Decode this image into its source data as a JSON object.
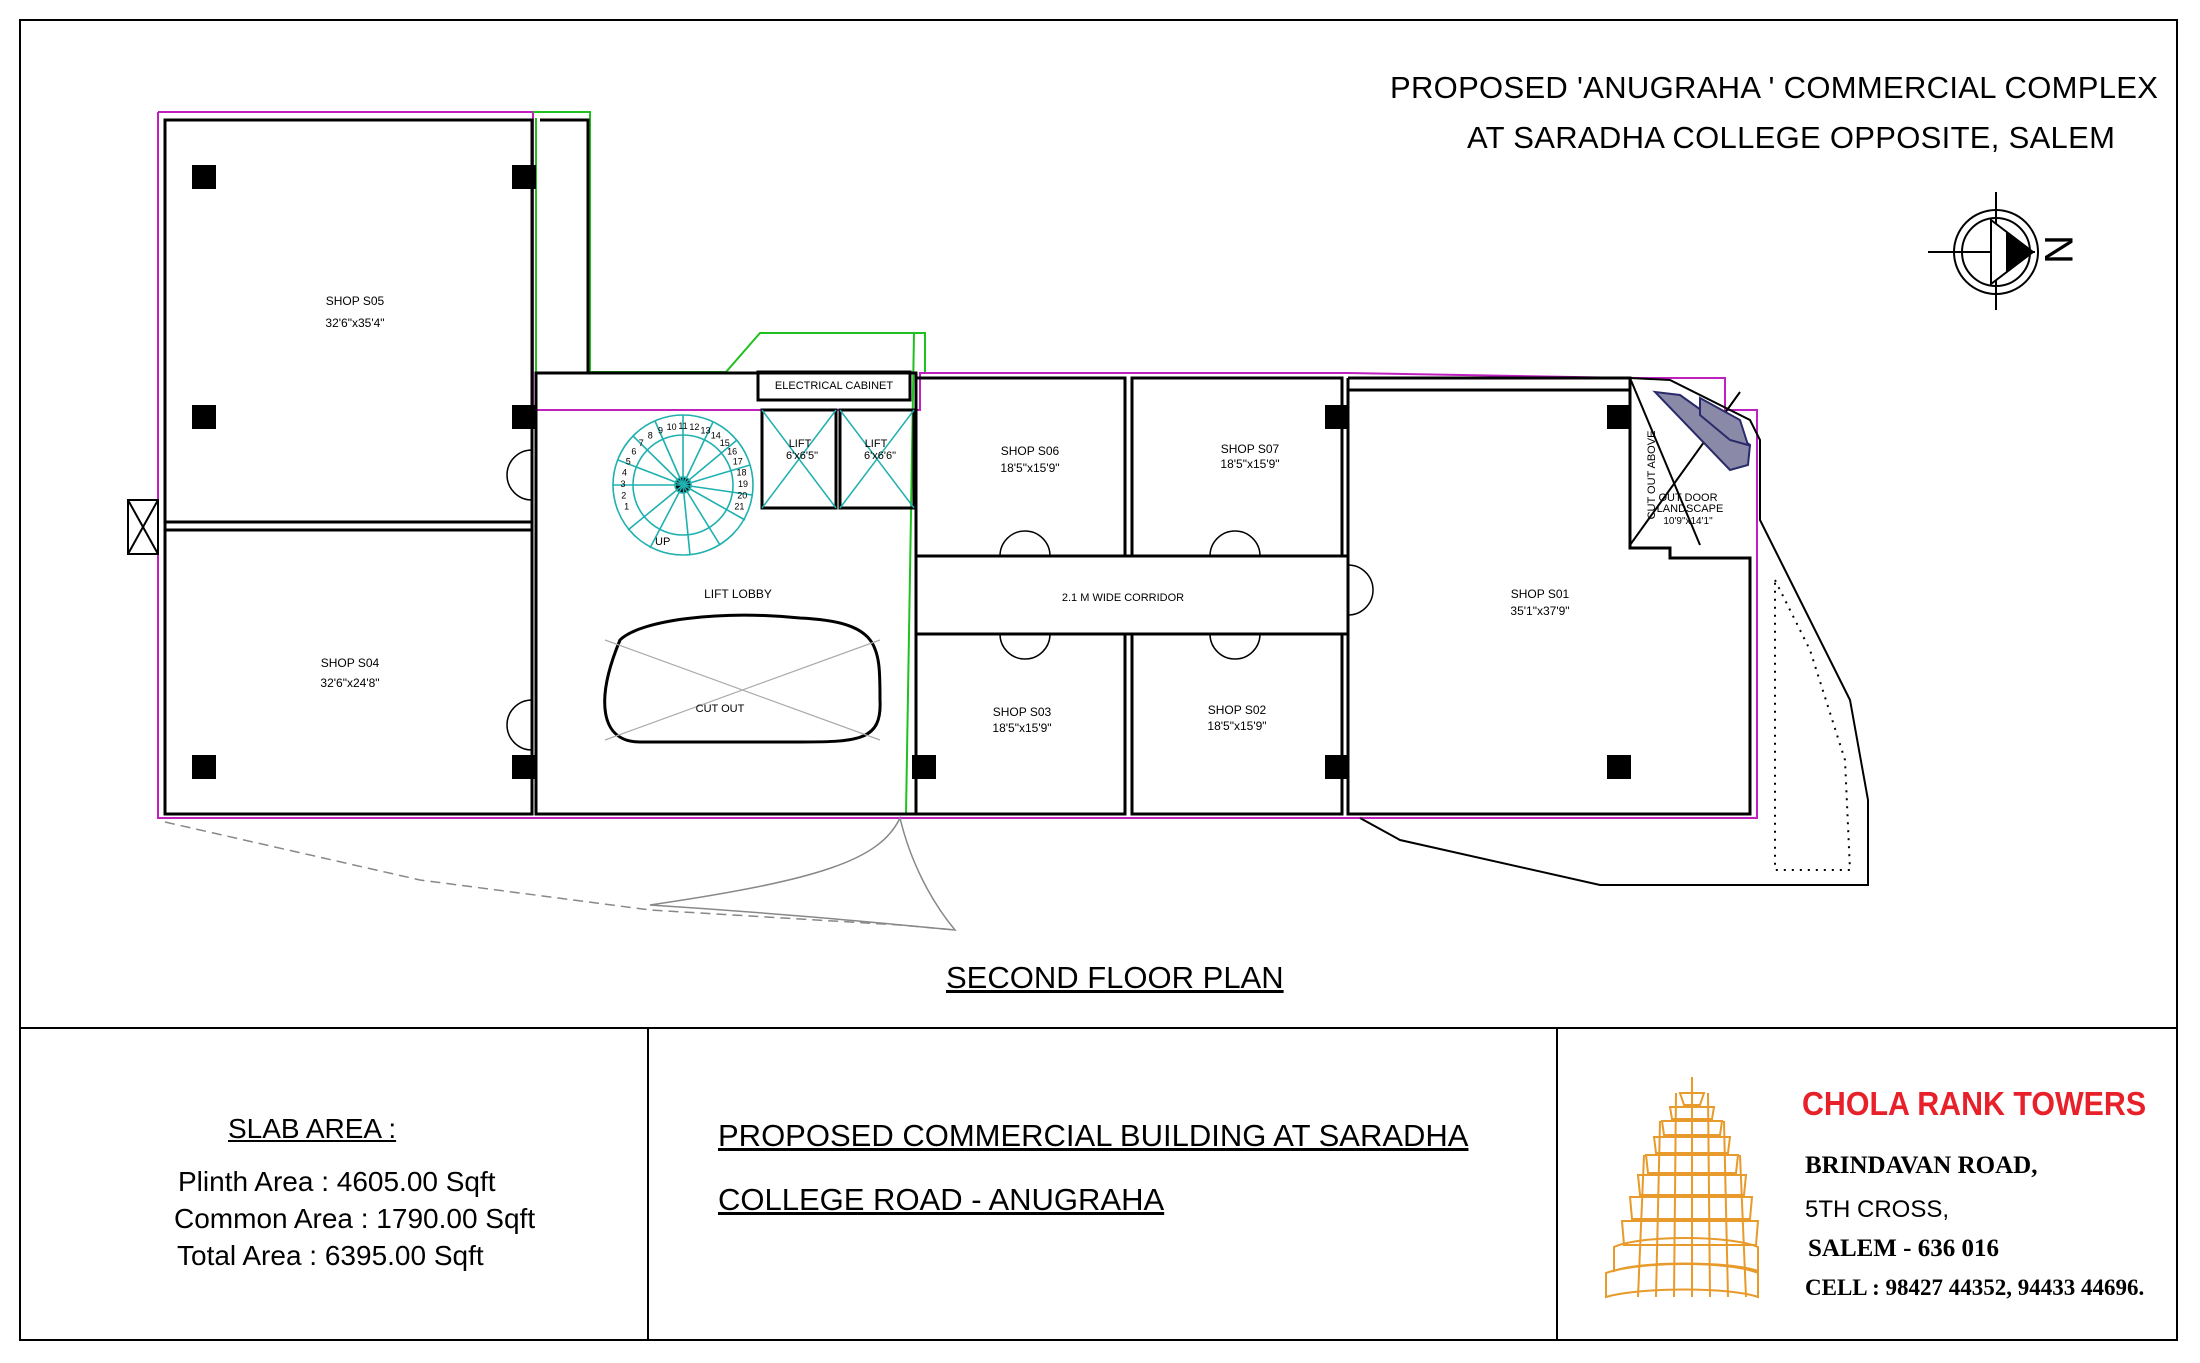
{
  "header": {
    "title_line1": "PROPOSED 'ANUGRAHA ' COMMERCIAL COMPLEX",
    "title_line2": "AT SARADHA COLLEGE OPPOSITE, SALEM"
  },
  "north_arrow": {
    "label": "N",
    "icon": "north-arrow-icon"
  },
  "plan": {
    "title": "SECOND FLOOR PLAN",
    "rooms": {
      "s05": {
        "name": "SHOP S05",
        "size": "32'6\"x35'4\""
      },
      "s04": {
        "name": "SHOP S04",
        "size": "32'6\"x24'8\""
      },
      "s06": {
        "name": "SHOP S06",
        "size": "18'5\"x15'9\""
      },
      "s07": {
        "name": "SHOP S07",
        "size": "18'5\"x15'9\""
      },
      "s03": {
        "name": "SHOP S03",
        "size": "18'5\"x15'9\""
      },
      "s02": {
        "name": "SHOP S02",
        "size": "18'5\"x15'9\""
      },
      "s01": {
        "name": "SHOP S01",
        "size": "35'1\"x37'9\""
      }
    },
    "labels": {
      "electrical_cabinet": "ELECTRICAL CABINET",
      "lift": "LIFT",
      "lift1_size": "6'x6'5\"",
      "lift2_size": "6'x6'6\"",
      "lift_lobby": "LIFT LOBBY",
      "cut_out": "CUT OUT",
      "corridor": "2.1 M WIDE CORRIDOR",
      "cut_out_above": "CUT OUT ABOVE",
      "outdoor_landscape_1": "OUT DOOR",
      "outdoor_landscape_2": "LANDSCAPE",
      "outdoor_landscape_size": "10'9\"x14'1\"",
      "stair_up": "UP",
      "stair_steps": [
        "1",
        "2",
        "3",
        "4",
        "5",
        "6",
        "7",
        "8",
        "9",
        "10",
        "11",
        "12",
        "13",
        "14",
        "15",
        "16",
        "17",
        "18",
        "19",
        "20",
        "21"
      ]
    }
  },
  "slab_area": {
    "heading": "SLAB AREA :",
    "plinth": "Plinth Area : 4605.00 Sqft",
    "common": "Common Area : 1790.00 Sqft",
    "total": "Total Area : 6395.00 Sqft"
  },
  "project": {
    "line1": "PROPOSED COMMERCIAL BUILDING AT SARADHA",
    "line2": "COLLEGE ROAD - ANUGRAHA"
  },
  "company": {
    "name": "CHOLA RANK TOWERS",
    "addr1": "BRINDAVAN ROAD,",
    "addr2": "5TH CROSS,",
    "addr3": "SALEM - 636 016",
    "cell": "CELL : 98427 44352, 94433 44696.",
    "logo_icon": "temple-tower-logo-icon"
  },
  "colors": {
    "boundary": "#c020c0",
    "common_area": "#20c020",
    "stair": "#20b0b0",
    "logo": "#e89a2a",
    "brand_red": "#e8202a"
  }
}
